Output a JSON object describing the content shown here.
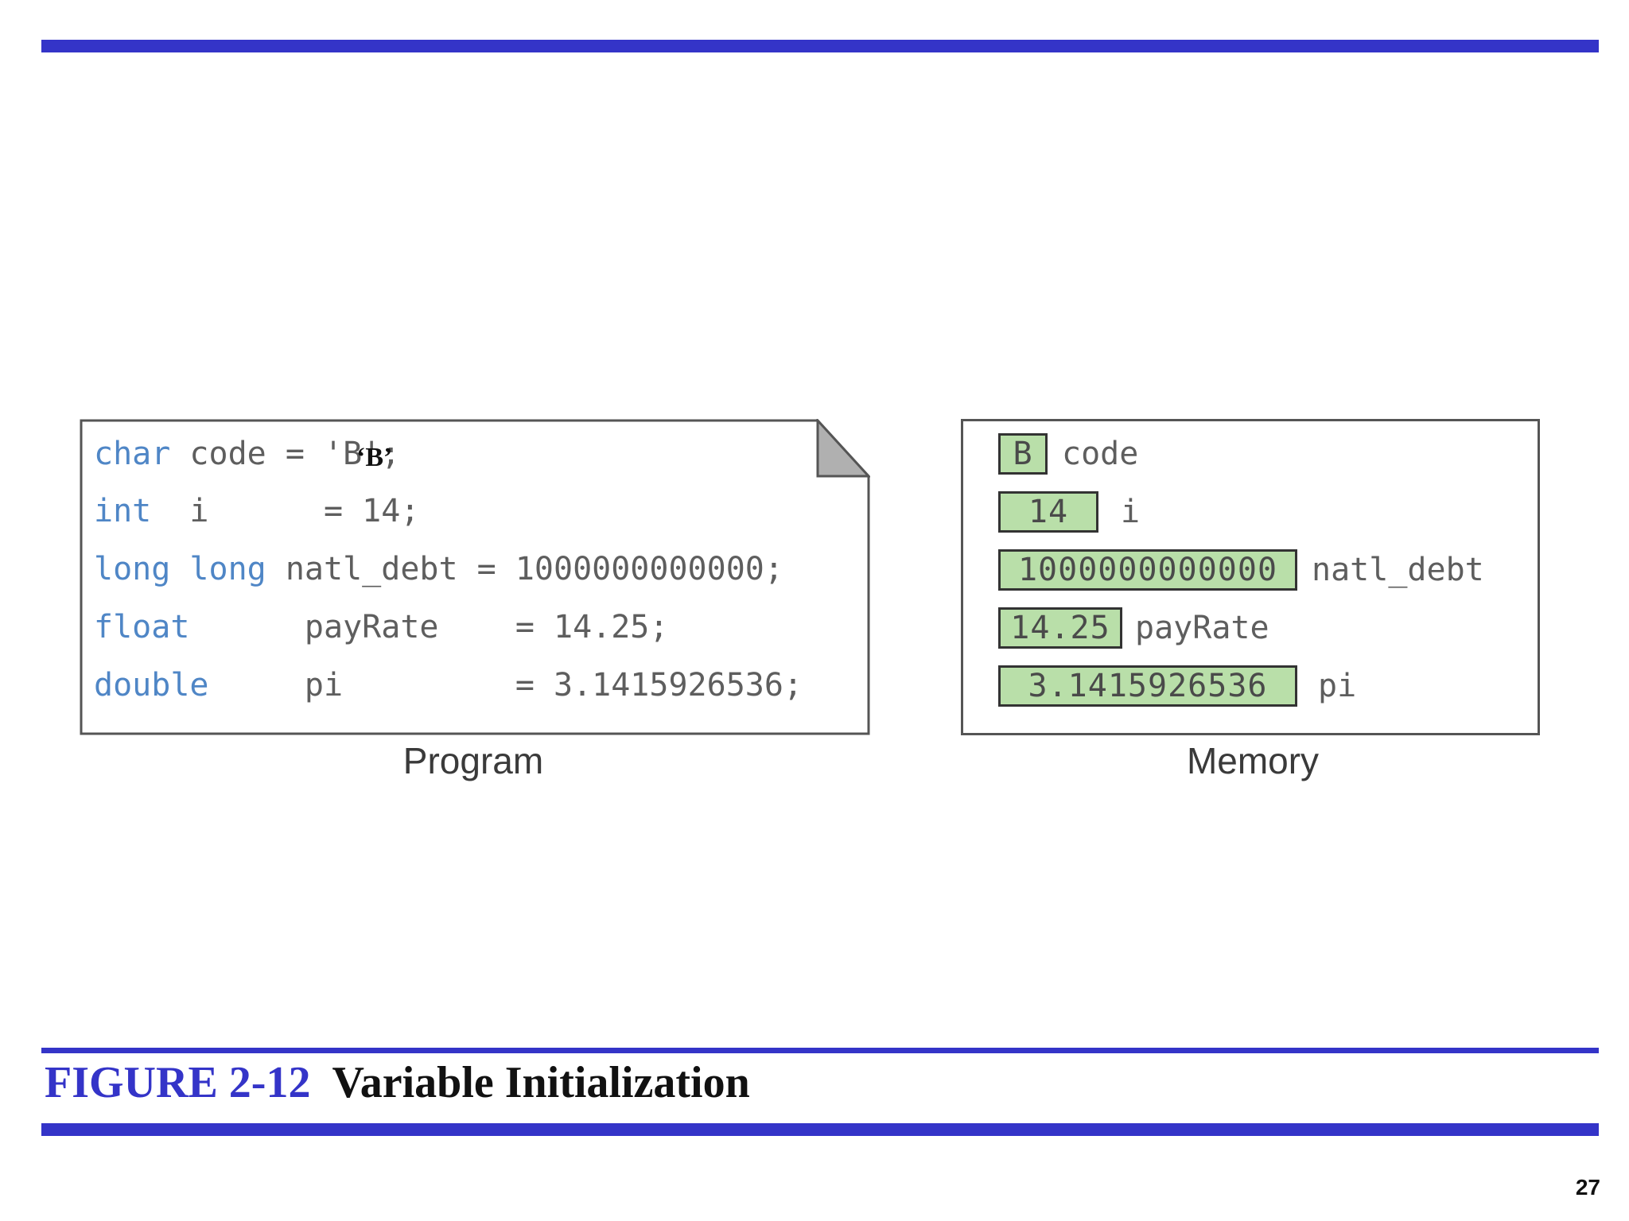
{
  "program": {
    "caption": "Program",
    "lines": [
      {
        "type": "char",
        "rest": " code = '",
        "value": "B",
        "end": "';"
      },
      {
        "type": "int",
        "rest": "  i      = 14;"
      },
      {
        "type1": "long",
        "type2": "long",
        "rest": " natl_debt = 1000000000000;"
      },
      {
        "type": "float",
        "rest": "      payRate    = 14.25;"
      },
      {
        "type": "double",
        "rest": "     pi         = 3.1415926536;"
      }
    ],
    "overlay": "‘B’"
  },
  "memory": {
    "caption": "Memory",
    "cells": [
      {
        "value": "B",
        "name": "code"
      },
      {
        "value": "14",
        "name": "i"
      },
      {
        "value": "1000000000000",
        "name": "natl_debt"
      },
      {
        "value": "14.25",
        "name": "payRate"
      },
      {
        "value": "3.1415926536",
        "name": "pi"
      }
    ]
  },
  "figure": {
    "number": "FIGURE 2-12",
    "title": "Variable Initialization"
  },
  "page_number": "27",
  "colors": {
    "rule": "#3434c8",
    "keyword": "#4f86c6",
    "memory_fill": "#b9dfa9"
  }
}
